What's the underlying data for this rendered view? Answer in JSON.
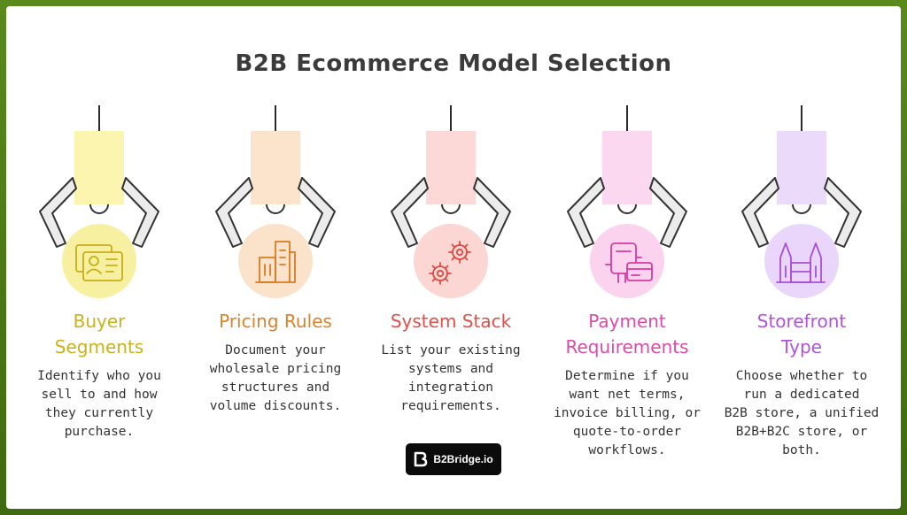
{
  "title": "B2B Ecommerce Model Selection",
  "columns": [
    {
      "title_lines": [
        "Buyer",
        "Segments"
      ],
      "desc_lines": [
        "Identify who you",
        "sell to and how",
        "they currently",
        "purchase."
      ],
      "icon": "id-cards-icon",
      "text_color": "#c9b21a",
      "block_color": "#fbf5b0",
      "circle_color": "#f7f0a0",
      "icon_color": "#c6ad18"
    },
    {
      "title_lines": [
        "Pricing Rules"
      ],
      "desc_lines": [
        "Document your",
        "wholesale pricing",
        "structures and",
        "volume discounts."
      ],
      "icon": "buildings-icon",
      "text_color": "#d9822b",
      "block_color": "#fbe3cc",
      "circle_color": "#fbe2cb",
      "icon_color": "#d97b22"
    },
    {
      "title_lines": [
        "System Stack"
      ],
      "desc_lines": [
        "List your existing",
        "systems and",
        "integration",
        "requirements."
      ],
      "icon": "gears-icon",
      "text_color": "#e0504a",
      "block_color": "#fcd9d6",
      "circle_color": "#fbd6d3",
      "icon_color": "#dc4a43"
    },
    {
      "title_lines": [
        "Payment",
        "Requirements"
      ],
      "desc_lines": [
        "Determine if you",
        "want net terms,",
        "invoice billing, or",
        "quote-to-order",
        "workflows."
      ],
      "icon": "payment-terminal-icon",
      "text_color": "#dc4aa8",
      "block_color": "#fbd8ef",
      "circle_color": "#fbd3ee",
      "icon_color": "#d43b9e"
    },
    {
      "title_lines": [
        "Storefront",
        "Type"
      ],
      "desc_lines": [
        "Choose whether to",
        "run a dedicated",
        "B2B store, a unified",
        "B2B+B2C store, or",
        "both."
      ],
      "icon": "towers-icon",
      "text_color": "#b052d8",
      "block_color": "#ecdafb",
      "circle_color": "#ead6fb",
      "icon_color": "#a94fd6"
    }
  ],
  "logo": {
    "text": "B2Bridge.io",
    "icon": "b2bridge-logo-icon"
  }
}
